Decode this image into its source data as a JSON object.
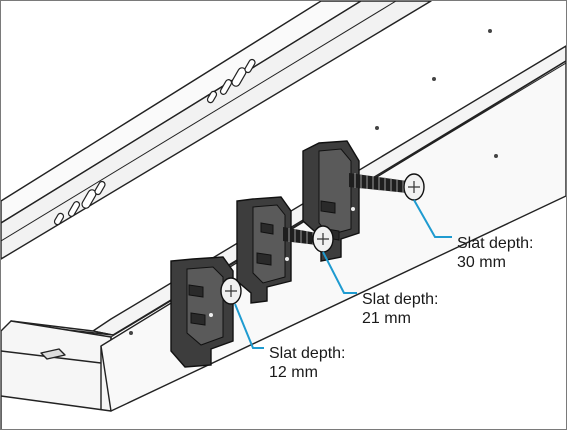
{
  "accent_color": "#1f9bd0",
  "callouts": [
    {
      "line1": "Slat depth:",
      "line2": "30 mm"
    },
    {
      "line1": "Slat depth:",
      "line2": "21 mm"
    },
    {
      "line1": "Slat depth:",
      "line2": "12 mm"
    }
  ]
}
